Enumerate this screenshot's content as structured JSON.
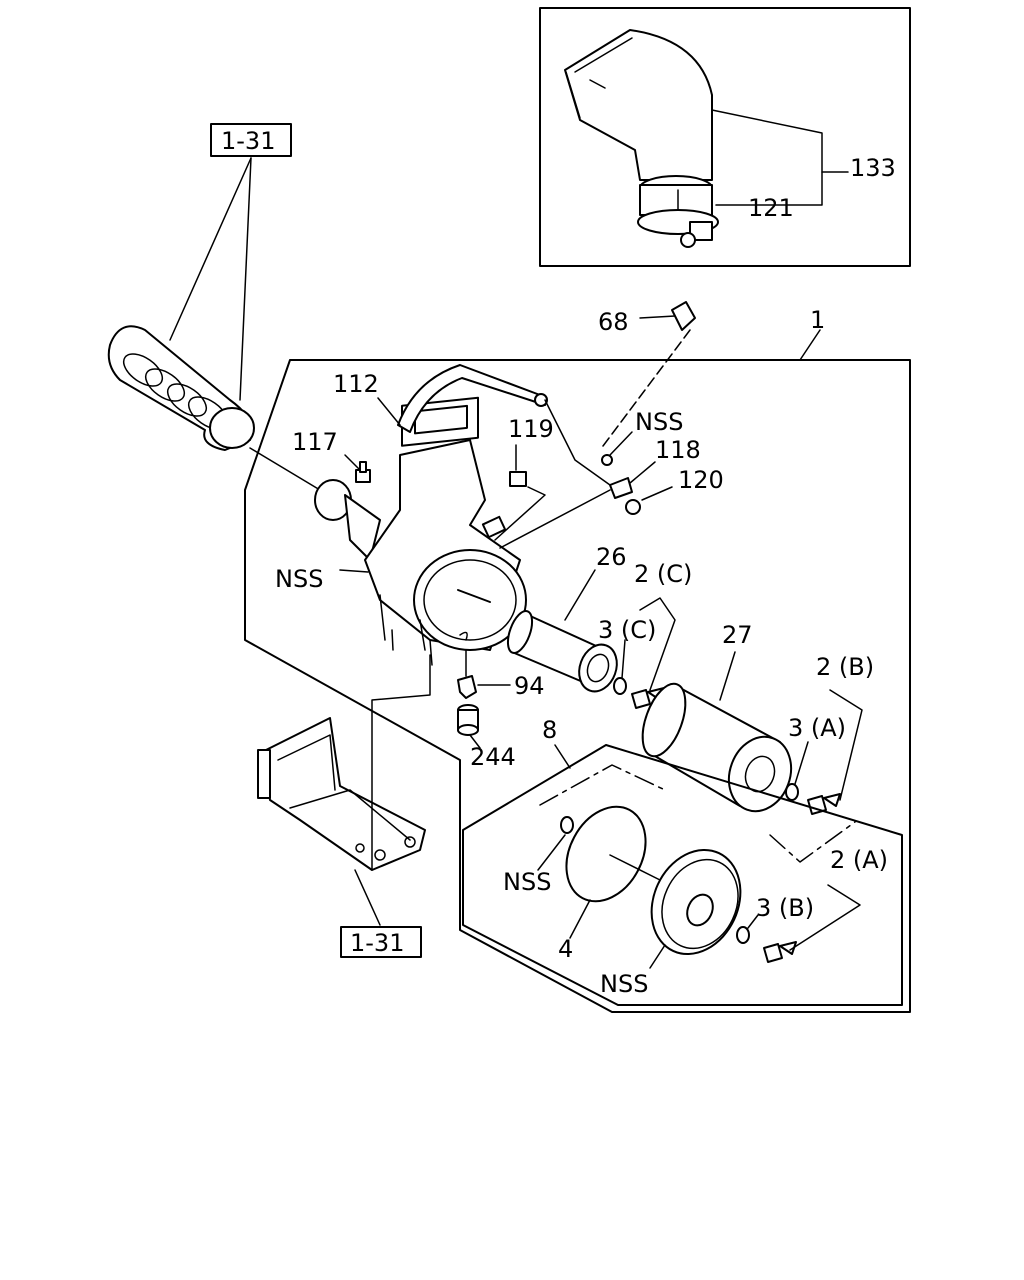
{
  "colors": {
    "line": "#000000",
    "background": "#ffffff"
  },
  "labels": {
    "p1": "1",
    "p2a_top": "2 (A)",
    "p2b": "2 (B)",
    "p2c": "2 (C)",
    "p3a": "3 (A)",
    "p3b": "3 (B)",
    "p3c": "3 (C)",
    "p4": "4",
    "p8": "8",
    "p26": "26",
    "p27": "27",
    "p68": "68",
    "p94": "94",
    "p112": "112",
    "p117": "117",
    "p118": "118",
    "p119": "119",
    "p120": "120",
    "p121": "121",
    "p133": "133",
    "p244": "244",
    "nss_housing": "NSS",
    "nss_top": "NSS",
    "nss_seal": "NSS",
    "nss_cover": "NSS"
  },
  "references": {
    "top": "1-31",
    "bottom": "1-31"
  }
}
